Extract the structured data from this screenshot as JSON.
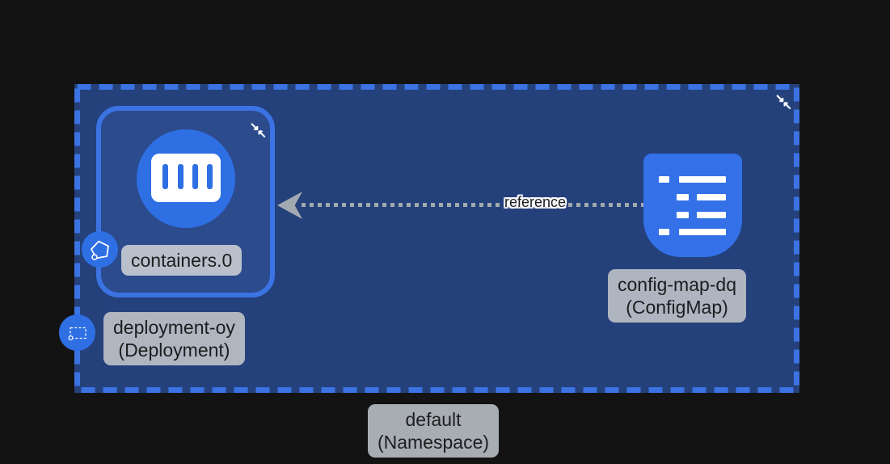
{
  "canvas": {
    "background": "#131313"
  },
  "namespace": {
    "name": "default",
    "kind": "(Namespace)",
    "accent_color": "#3b73e3",
    "fill_color": "#24417b"
  },
  "deployment": {
    "name": "deployment-oy",
    "kind": "(Deployment)"
  },
  "pod": {
    "containers_label": "containers.0",
    "fill_color": "#2b4b8d",
    "border_color": "#3b73e3"
  },
  "configmap": {
    "name": "config-map-dq",
    "kind": "(ConfigMap)",
    "icon_color": "#3471e8"
  },
  "edge": {
    "label": "reference",
    "color": "#a3a9b0",
    "style": "dotted",
    "arrow_direction": "left"
  },
  "icons": {
    "collapse_se": "↘",
    "collapse_nw": "↖",
    "pod_icon": "pentagon-outline",
    "deployment_icon": "dashed-rect-with-dot",
    "container_icon": "container-slots",
    "configmap_icon": "key-value-list"
  },
  "labels": {
    "pill_text_color": "#1c1d1f",
    "pill_bg_color": "#b2b8c1"
  }
}
